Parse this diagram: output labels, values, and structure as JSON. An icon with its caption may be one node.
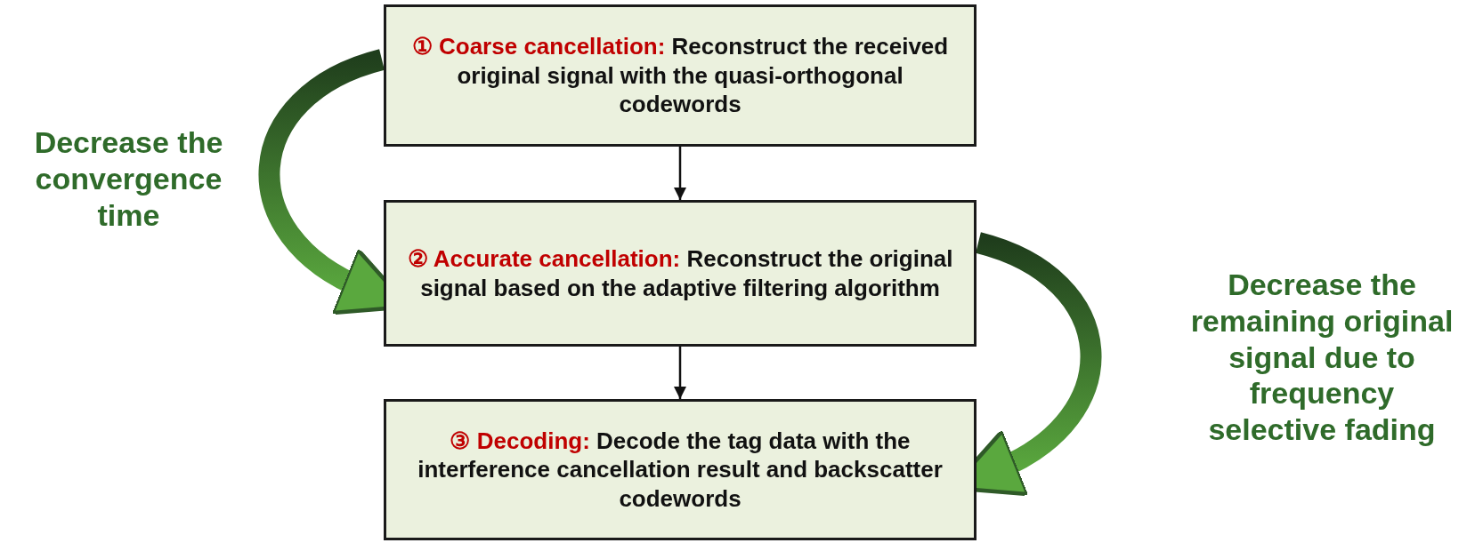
{
  "diagram": {
    "nodes": [
      {
        "text": [
          "① Coarse cancellation:",
          "Reconstruct the received original signal with the quasi-orthogonal codewords"
        ]
      },
      {
        "text": [
          "② Accurate cancellation:",
          "Reconstruct the original signal based on the adaptive filtering algorithm"
        ]
      },
      {
        "text": [
          "③ Decoding:",
          "Decode the tag data with the interference cancellation result and backscatter codewords"
        ]
      }
    ],
    "edges": [
      {
        "from": 0,
        "to": 1,
        "arrow": "to"
      },
      {
        "from": 1,
        "to": 2,
        "arrow": "to"
      },
      {
        "from": 0,
        "to": 1,
        "arrow": "to",
        "label": "Decrease the convergence time",
        "style": "thick",
        "color": "#5aa83e"
      },
      {
        "from": 1,
        "to": 2,
        "arrow": "to",
        "label": "Decrease the remaining original signal due to frequency selective fading",
        "style": "thick",
        "color": "#5aa83e"
      }
    ]
  }
}
